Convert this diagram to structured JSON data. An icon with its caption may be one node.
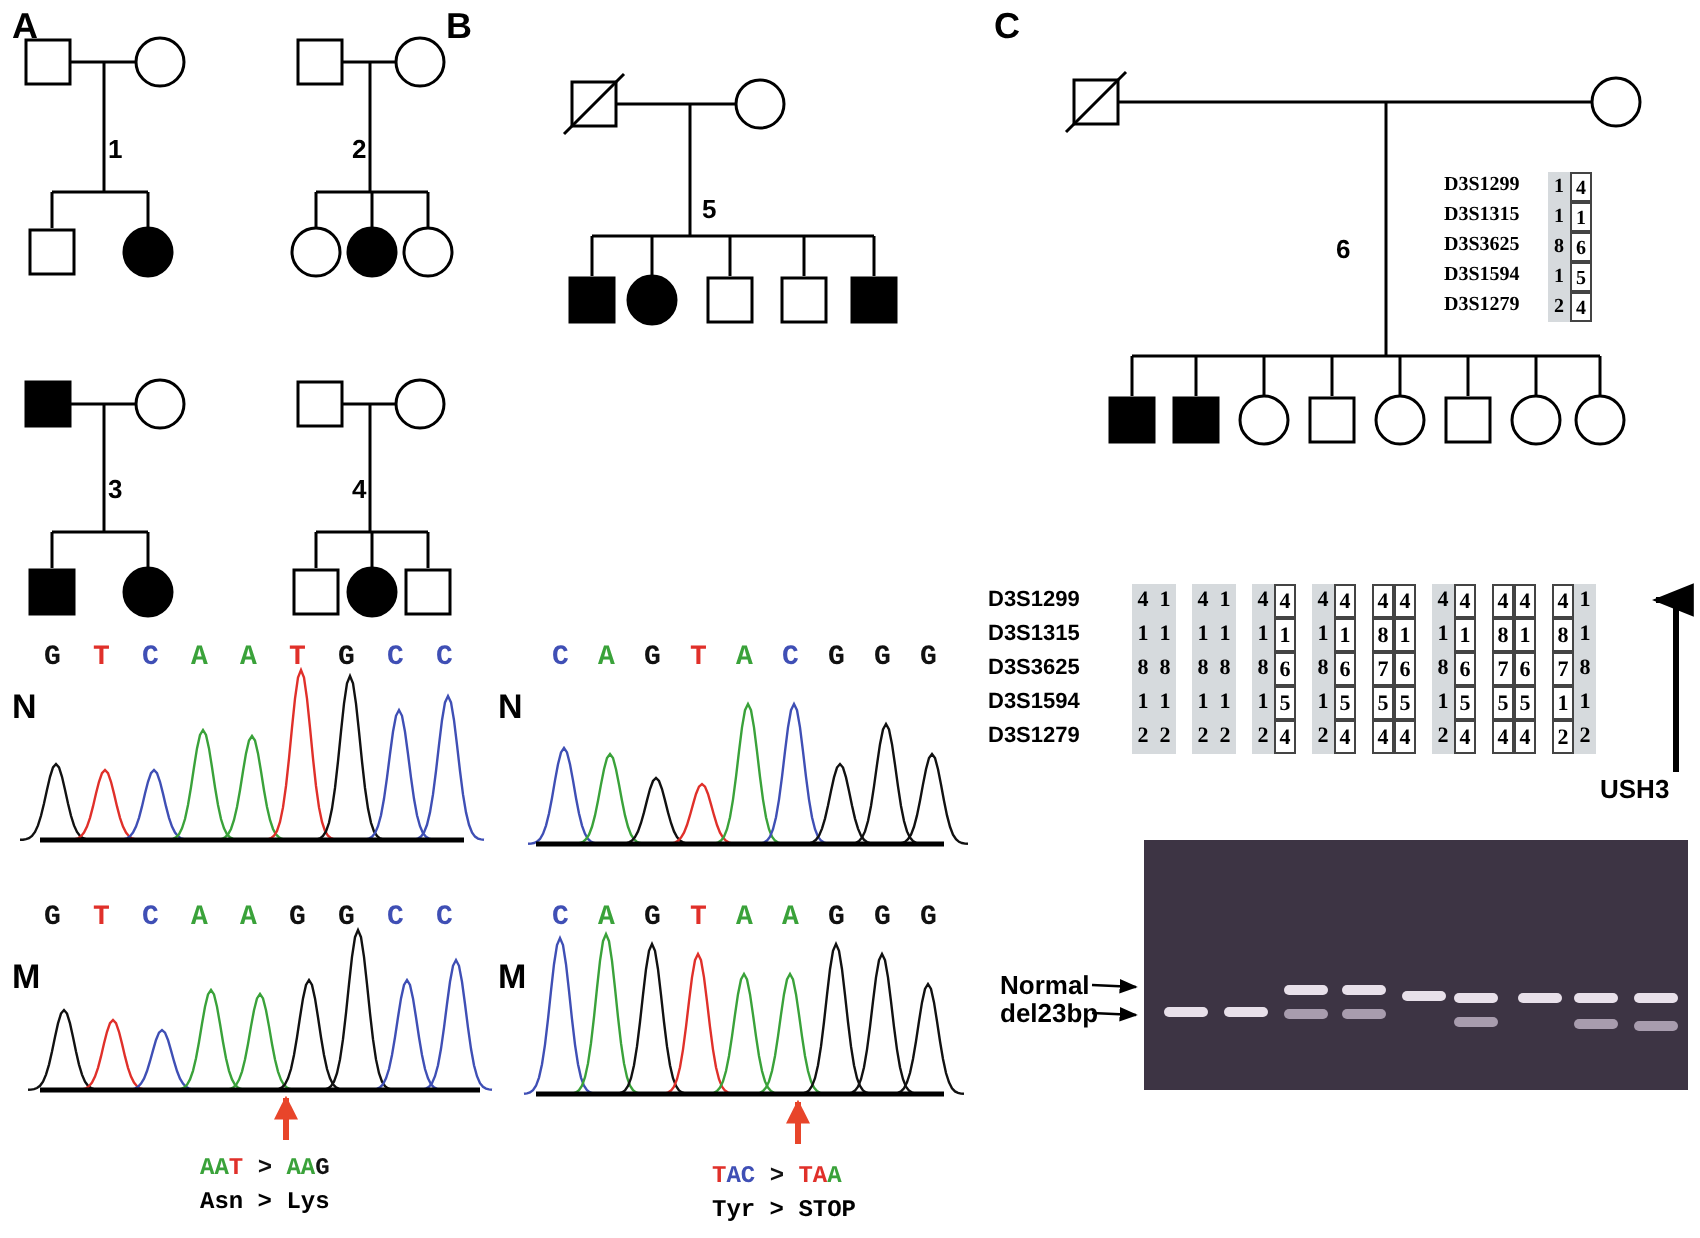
{
  "diagram": {
    "nodes": [
      {
        "text": [
          "USH3"
        ]
      },
      {
        "text": [
          "Normal"
        ]
      },
      {
        "text": [
          "del23bp"
        ]
      },
      {
        "text": [],
        "shape": "picture"
      }
    ],
    "edges": [
      {
        "from": 0,
        "to": null,
        "arrow": "to",
        "style": "thick"
      },
      {
        "from": 1,
        "to": 3,
        "arrow": "to"
      },
      {
        "from": 2,
        "to": 3,
        "arrow": "to"
      }
    ],
    "labels": [
      "A",
      "B",
      "C",
      "1",
      "2",
      "5",
      "D3S1299",
      "1",
      "4",
      "D3S1315",
      "1",
      "1",
      "D3S3625",
      "8",
      "6",
      "D3S1594",
      "1",
      "5",
      "D3S1279",
      "2",
      "4",
      "6",
      "3",
      "4",
      "D3S1299",
      "4",
      "1",
      "4",
      "1",
      "4",
      "4",
      "4",
      "4",
      "4",
      "4",
      "4",
      "4",
      "4",
      "4",
      "4",
      "1",
      "D3S1315",
      "1",
      "1",
      "1",
      "1",
      "1",
      "1",
      "1",
      "1",
      "8",
      "1",
      "1",
      "1",
      "8",
      "1",
      "8",
      "1",
      "D3S3625",
      "8",
      "8",
      "8",
      "8",
      "8",
      "6",
      "8",
      "6",
      "7",
      "6",
      "8",
      "6",
      "7",
      "6",
      "7",
      "8",
      "D3S1594",
      "1",
      "1",
      "1",
      "1",
      "1",
      "5",
      "1",
      "5",
      "5",
      "5",
      "1",
      "5",
      "5",
      "5",
      "1",
      "1",
      "D3S1279",
      "2",
      "2",
      "2",
      "2",
      "2",
      "4",
      "2",
      "4",
      "4",
      "4",
      "2",
      "4",
      "4",
      "4",
      "2",
      "2",
      "G",
      "T",
      "C",
      "A",
      "A",
      "T",
      "G",
      "C",
      "C",
      "C",
      "A",
      "G",
      "T",
      "A",
      "C",
      "G",
      "G",
      "G",
      "N",
      "N",
      "G",
      "T",
      "C",
      "A",
      "A",
      "G",
      "G",
      "C",
      "C",
      "C",
      "A",
      "G",
      "T",
      "A",
      "A",
      "G",
      "G",
      "G",
      "M",
      "M",
      "AAT > AAG",
      "Asn > Lys",
      "TAC > TAA",
      "Tyr > STOP"
    ]
  }
}
